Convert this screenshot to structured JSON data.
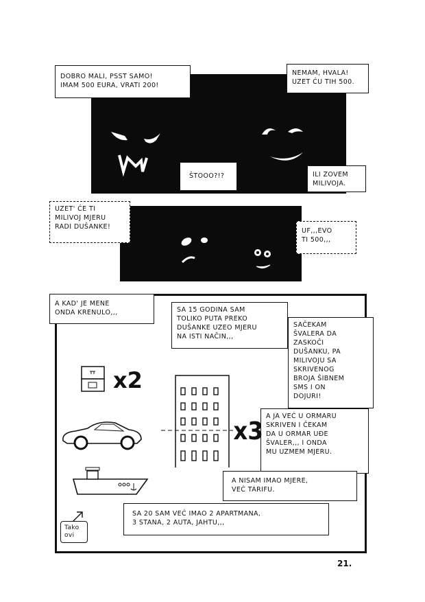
{
  "panel1": {
    "caption_left": "Dobro mali, psst samo!\nImam 500 eura, vrati 200!",
    "caption_right": "Nemam, hvala!\nUzet ću tih 500.",
    "bubble_shock": "Štooo?!?",
    "bubble_threat": "Ili zovem\nMilivoja."
  },
  "panel2": {
    "caption_left": "Uzet' će ti\nMilivoj mjeru\nradi Dušanke!",
    "caption_right": "Uf,,,Evo\nti 500,,,"
  },
  "panel3": {
    "caption_intro": "A kad' je mene\nonda krenulo,,,",
    "caption_15": "Sa 15 godina sam\ntoliko puta preko\nDušanke uzeo mjeru\nna isti način,,,",
    "caption_plan": "Sačekam\nšvalera da\nzaskoči\nDušanku, pa\nMilivoju sa\nskrivenog\nbroja šibnem\nSMS i on\ndojuri!",
    "caption_closet": "A ja već u ormaru\nskriven i čekam\nda u ormar uđe\nšvaler,,, i onda\nmu uzmem mjeru.",
    "caption_tariff": "A nisam imao mjere,\nveć tarifu.",
    "caption_20": "Sa 20 sam već imao 2 apartmana,\n3 stana, 2 auta, jahtu,,,",
    "note_label": "Tako\novi",
    "multiplier_apartments": "x2",
    "multiplier_flats": "x3"
  },
  "page_number": "21."
}
